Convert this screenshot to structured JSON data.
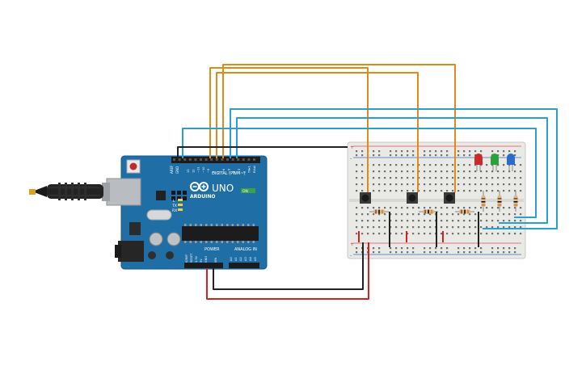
{
  "arduino": {
    "brand": "ARDUINO",
    "model": "UNO",
    "digital_label": "DIGITAL (PWM~)",
    "power_label": "POWER",
    "analog_label": "ANALOG IN",
    "on_label": "ON",
    "tx_label": "TX",
    "rx_label": "RX",
    "l_label": "L",
    "aref_label": "AREF",
    "gnd_label": "GND",
    "ioref_label": "IOREF",
    "reset_label": "RESET",
    "v33_label": "3.3V",
    "v5_label": "5V",
    "vin_label": "VIN",
    "digital_pins": [
      "13",
      "12",
      "~11",
      "~10",
      "~9",
      "8",
      "7",
      "~6",
      "~5",
      "4",
      "~3",
      "2",
      "TX▸1",
      "RX◂0"
    ],
    "analog_pins": [
      "A0",
      "A1",
      "A2",
      "A3",
      "A4",
      "A5"
    ]
  },
  "breadboard": {
    "rail_plus": "+",
    "rail_minus": "-"
  },
  "components": {
    "leds": [
      {
        "color": "#cc2a2a"
      },
      {
        "color": "#2aa23a"
      },
      {
        "color": "#2a6ccc"
      }
    ],
    "buttons": 3,
    "resistors": 6
  },
  "wires": {
    "orange": "#e08a1e",
    "blue": "#2a9fd0",
    "black": "#222222",
    "red": "#d42020"
  }
}
